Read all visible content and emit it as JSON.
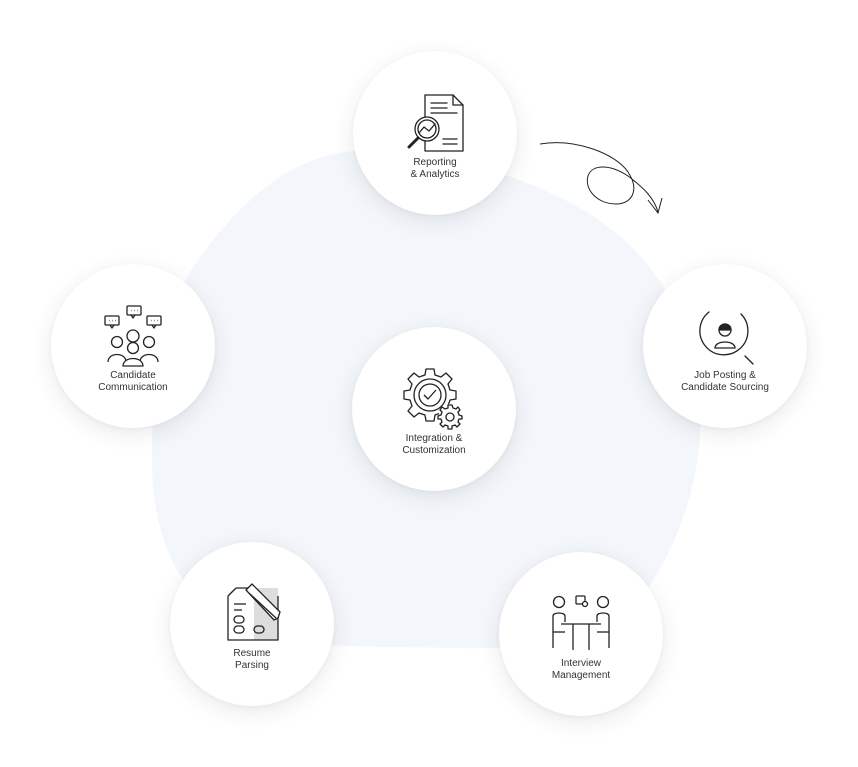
{
  "colors": {
    "backdrop": "#f3f6fa",
    "stroke": "#222222",
    "label": "#333333",
    "accent_fill": "#dddddd"
  },
  "nodes": {
    "reporting": {
      "label": "Reporting\n& Analytics",
      "icon": "report-magnifier-icon"
    },
    "job_posting": {
      "label": "Job Posting  &\nCandidate Sourcing",
      "icon": "candidate-search-icon"
    },
    "interview": {
      "label": "Interview\nManagement",
      "icon": "interview-table-icon"
    },
    "resume": {
      "label": "Resume\nParsing",
      "icon": "resume-document-icon"
    },
    "communication": {
      "label": "Candidate\nCommunication",
      "icon": "group-chat-icon"
    },
    "integration": {
      "label": "Integration &\nCustomization",
      "icon": "gears-check-icon"
    }
  }
}
